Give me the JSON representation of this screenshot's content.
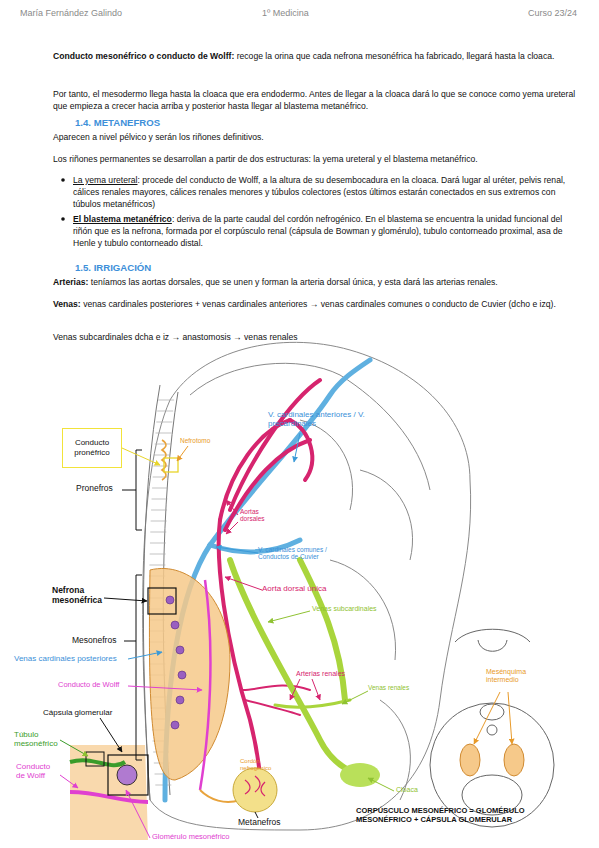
{
  "diagram": {
    "nodes": [
      {
        "text": [
          "Conducto pronéfrico"
        ]
      }
    ],
    "labels": [
      "María Fernández Galindo",
      "1º Medicina",
      "Curso 23/24",
      "Conducto mesonéfrico o conducto de Wolff:",
      "recoge la orina que cada nefrona mesonéfrica ha fabricado, llegará hasta la cloaca.",
      "Por tanto, el mesodermo llega hasta la cloaca que era endodermo. Antes de llegar a la cloaca dará lo que se conoce como yema ureteral que empieza a crecer hacia arriba y posterior hasta llegar al blastema metanéfrico.",
      "1.4. METANEFROS",
      "Aparecen a nivel pélvico y serán los riñones definitivos.",
      "Los riñones permanentes se desarrollan a partir de dos estructuras: la yema ureteral y el blastema metanéfrico.",
      "La yema ureteral",
      ": procede del conducto de Wolff, a la altura de su desembocadura en la cloaca. Dará lugar al uréter, pelvis renal, cálices renales mayores, cálices renales menores y túbulos colectores (estos últimos estarán conectados en sus extremos con túbulos metanéfricos)",
      "El blastema metanéfrico",
      ": deriva de la parte caudal del cordón nefrogénico. En el blastema se encuentra la unidad funcional del riñón que es la nefrona, formada por el corpúsculo renal (cápsula de Bowman y glomérulo), tubulo contorneado proximal, asa de Henle y tubulo contorneado distal.",
      "1.5. IRRIGACIÓN",
      "Arterias:",
      "teníamos las aortas dorsales, que se unen y forman la arteria dorsal única, y esta dará las arterias renales.",
      "Venas:",
      "venas cardinales posteriores + venas cardinales anteriores → venas cardinales comunes o conducto de Cuvier (dcho e izq).",
      "Venas subcardinales dcha e iz → anastomosis → venas renales",
      "V. cardinales anteriores / V. precardinales",
      "Nefrotomo",
      "Pronefros",
      "Aortas dorsales",
      "V. cardinales comunes / Conductos de Cuvier",
      "Aorta dorsal única",
      "Nefrona mesonéfrica",
      "Venas subcardinales",
      "Mesonefros",
      "Venas cardinales posteriores",
      "Mesénquima intermedio",
      "Arterias renales",
      "Venas renales",
      "Conducto de Wolff",
      "Cápsula glomerular",
      "Túbulo mesonéfrico",
      "Cordón nefrogénico",
      "Cloaca",
      "Conducto de Wolff",
      "Metanefros",
      "Glomérulo mesonéfrico",
      "CORPÚSCULO MESONÉFRICO = GLOMÉRULO MESONÉFRICO + CÁPSULA GLOMERULAR"
    ]
  }
}
